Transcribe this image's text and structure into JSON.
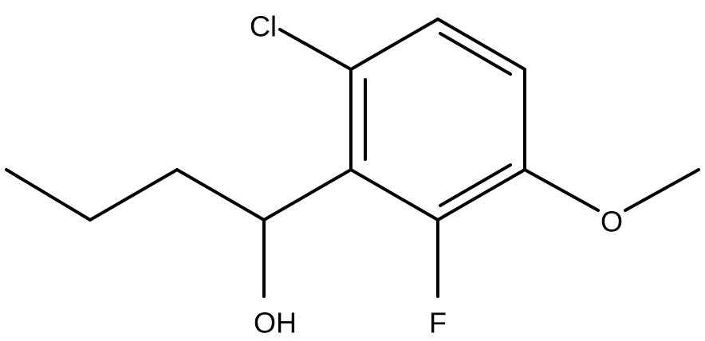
{
  "atoms": {
    "chlorine": "Cl",
    "hydroxyl": "OH",
    "fluorine": "F",
    "methoxy_oxygen": "O"
  },
  "colors": {
    "bond": "#000000",
    "label": "#000000",
    "background": "#ffffff"
  }
}
